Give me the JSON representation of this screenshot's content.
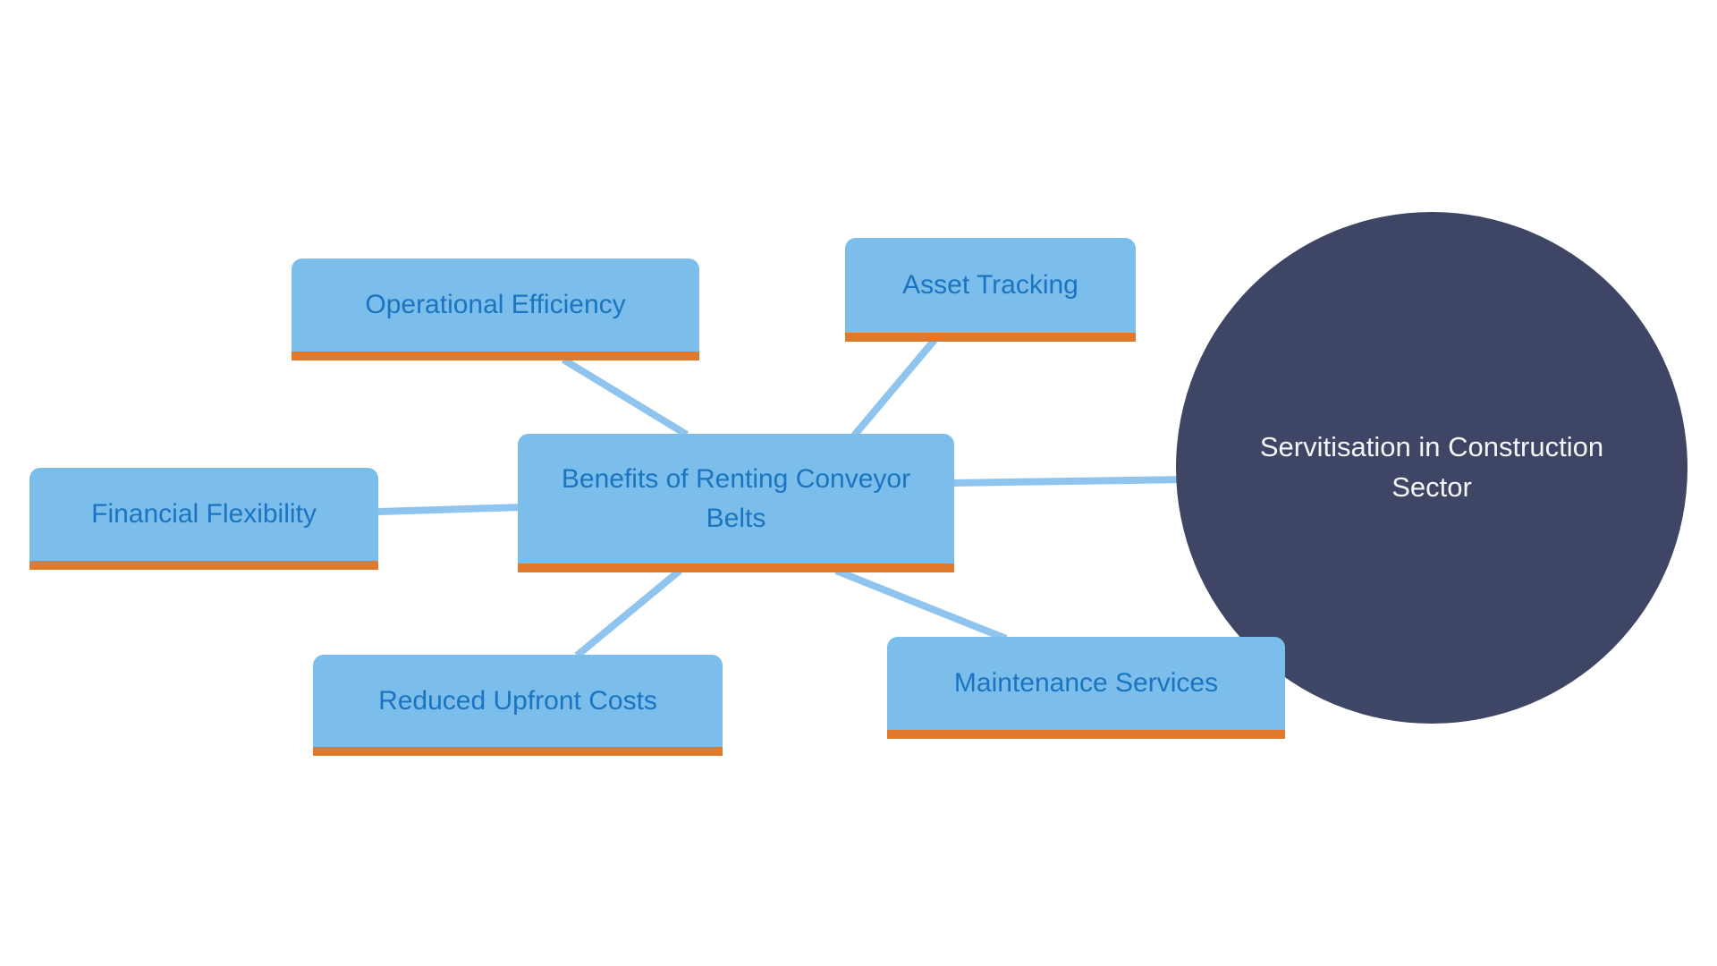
{
  "diagram": {
    "center_node": {
      "label": "Benefits of Renting Conveyor Belts"
    },
    "hub_node": {
      "label": "Servitisation in Construction Sector"
    },
    "branch_nodes": [
      {
        "id": "operational-efficiency",
        "label": "Operational Efficiency"
      },
      {
        "id": "asset-tracking",
        "label": "Asset Tracking"
      },
      {
        "id": "financial-flexibility",
        "label": "Financial Flexibility"
      },
      {
        "id": "reduced-upfront-costs",
        "label": "Reduced Upfront Costs"
      },
      {
        "id": "maintenance-services",
        "label": "Maintenance Services"
      }
    ],
    "colors": {
      "background": "#FFFFFF",
      "node_fill": "#7CBEEB",
      "node_text": "#1B74C0",
      "node_underline": "#E0792B",
      "connector": "#8FC4EF",
      "hub_circle_fill": "#3E4565",
      "hub_circle_text": "#F5F6F8"
    }
  }
}
